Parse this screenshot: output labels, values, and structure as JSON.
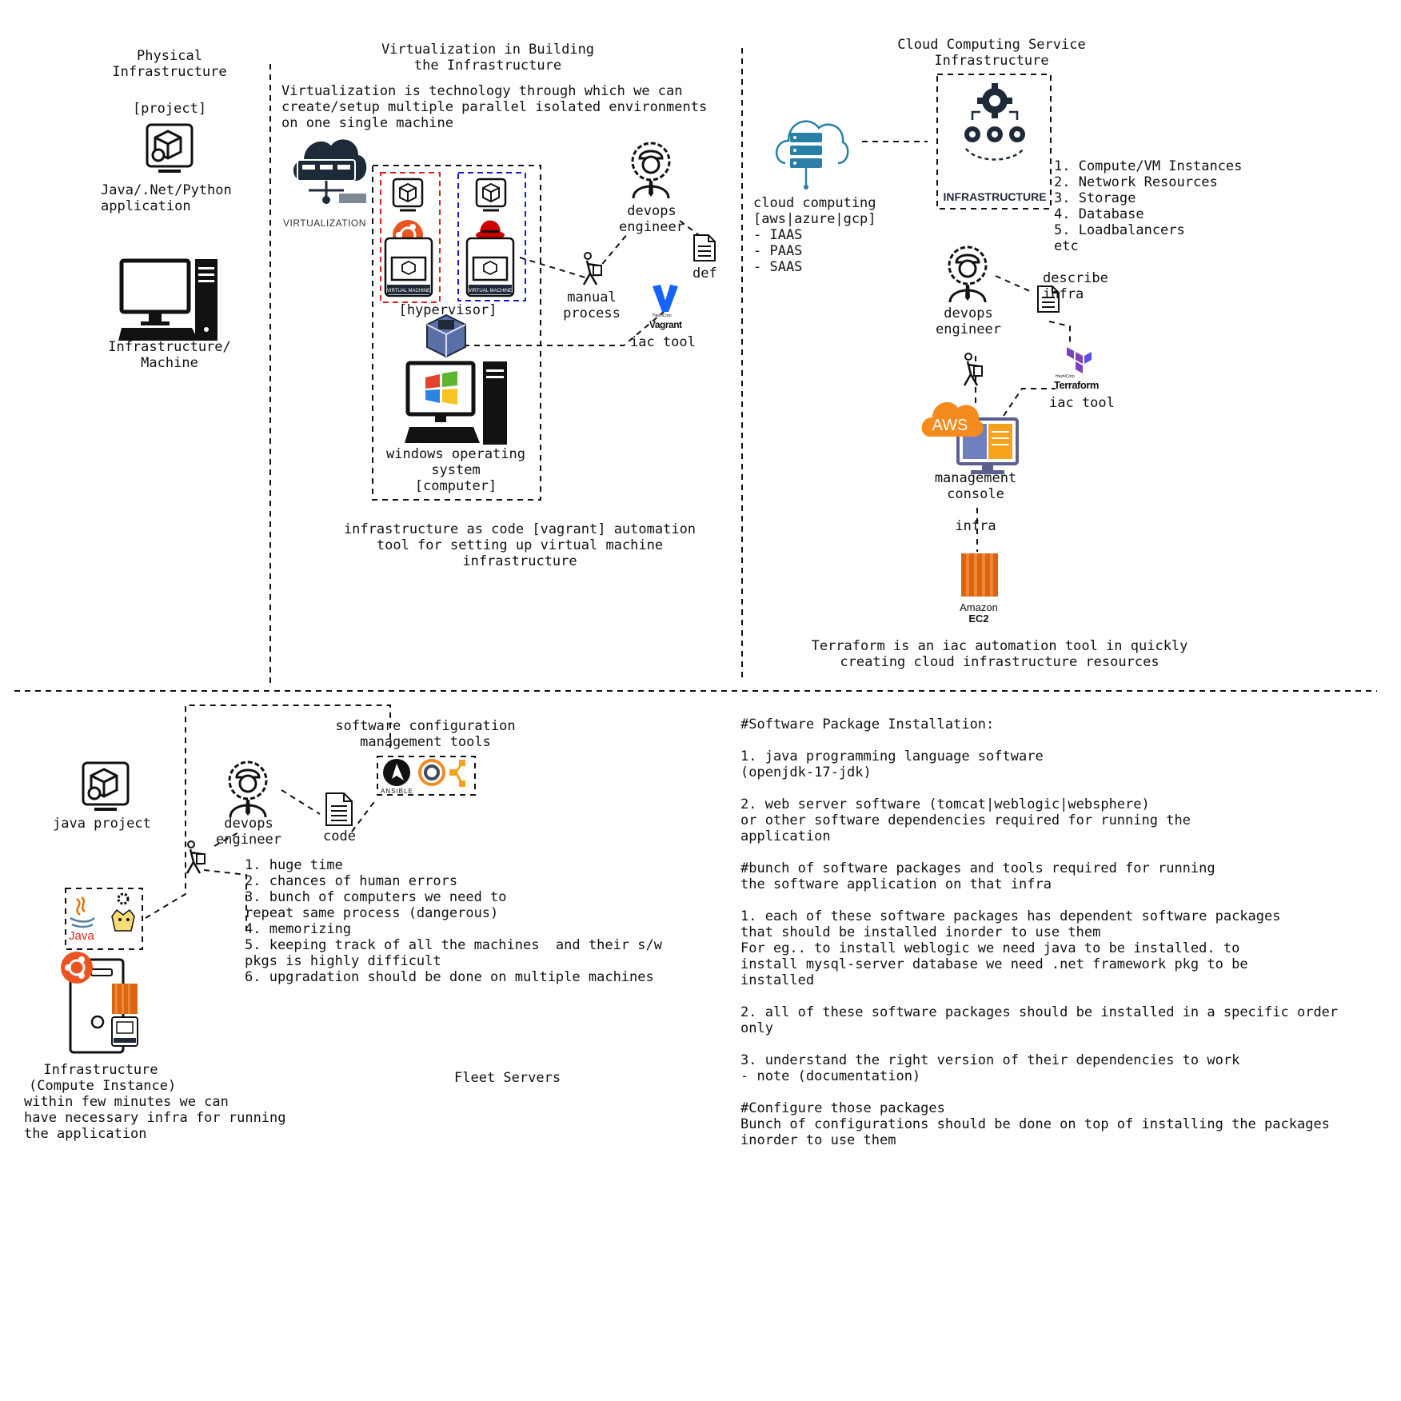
{
  "physical": {
    "title": "Physical\nInfrastructure",
    "project": "[project]",
    "app": "Java/.Net/Python\napplication",
    "machine": "Infrastructure/\nMachine"
  },
  "virtualization": {
    "title": "Virtualization in Building\nthe Infrastructure",
    "desc": "Virtualization is technology through which we can\ncreate/setup multiple parallel isolated environments\non one single machine",
    "virt_logo": "VIRTUALIZATION",
    "vm_label": "VIRTUAL MACHINE",
    "hypervisor": "[hypervisor]",
    "windows": "windows operating\nsystem\n[computer]",
    "devops": "devops\nengineer",
    "def": "def",
    "manual": "manual\nprocess",
    "vagrant_logo": "Vagrant",
    "hashicorp": "HashiCorp",
    "iac": "iac tool",
    "caption": "infrastructure as code [vagrant] automation\ntool for setting up virtual machine\ninfrastructure"
  },
  "cloud": {
    "title": "Cloud Computing Service\nInfrastructure",
    "cloud_text": "cloud computing\n[aws|azure|gcp]\n- IAAS\n- PAAS\n- SAAS",
    "infra_logo": "INFRASTRUCTURE",
    "resources": "1. Compute/VM Instances\n2. Network Resources\n3. Storage\n4. Database\n5. Loadbalancers\netc",
    "devops": "devops\nengineer",
    "describe": "describe\ninfra",
    "terraform_logo": "Terraform",
    "hashicorp": "HashiCorp",
    "iac": "iac tool",
    "aws": "AWS",
    "console": "management\nconsole",
    "infra": "infra",
    "ec2_a": "Amazon",
    "ec2_b": "EC2",
    "caption": "Terraform is an iac automation tool in quickly\ncreating cloud infrastructure resources"
  },
  "config": {
    "java_project": "java project",
    "devops": "devops\nengineer",
    "code": "code",
    "scm_title": "software configuration\nmanagement tools",
    "ansible": "ANSIBLE",
    "java_logo": "Java",
    "problems": "1. huge time\n2. chances of human errors\n3. bunch of computers we need to\nrepeat same process (dangerous)\n4. memorizing\n5. keeping track of all the machines  and their s/w\npkgs is highly difficult\n6. upgradation should be done on multiple machines",
    "infra": "Infrastructure\n(Compute Instance)",
    "infra_note": "within few minutes we can\nhave necessary infra for running\nthe application",
    "fleet": "Fleet Servers"
  },
  "notes": {
    "text": "#Software Package Installation:\n\n1. java programming language software\n(openjdk-17-jdk)\n\n2. web server software (tomcat|weblogic|websphere)\nor other software dependencies required for running the\napplication\n\n#bunch of software packages and tools required for running\nthe software application on that infra\n\n1. each of these software packages has dependent software packages\nthat should be installed inorder to use them\nFor eg.. to install weblogic we need java to be installed. to\ninstall mysql-server database we need .net framework pkg to be\ninstalled\n\n2. all of these software packages should be installed in a specific order\nonly\n\n3. understand the right version of their dependencies to work\n- note (documentation)\n\n#Configure those packages\nBunch of configurations should be done on top of installing the packages\ninorder to use them"
  },
  "colors": {
    "aws_orange": "#f38b1e",
    "ubuntu_orange": "#e95420",
    "redhat_red": "#cc0000",
    "vagrant_blue": "#1563ff",
    "terraform_purple": "#7b42bc",
    "cloud_teal": "#2a7fa6"
  }
}
